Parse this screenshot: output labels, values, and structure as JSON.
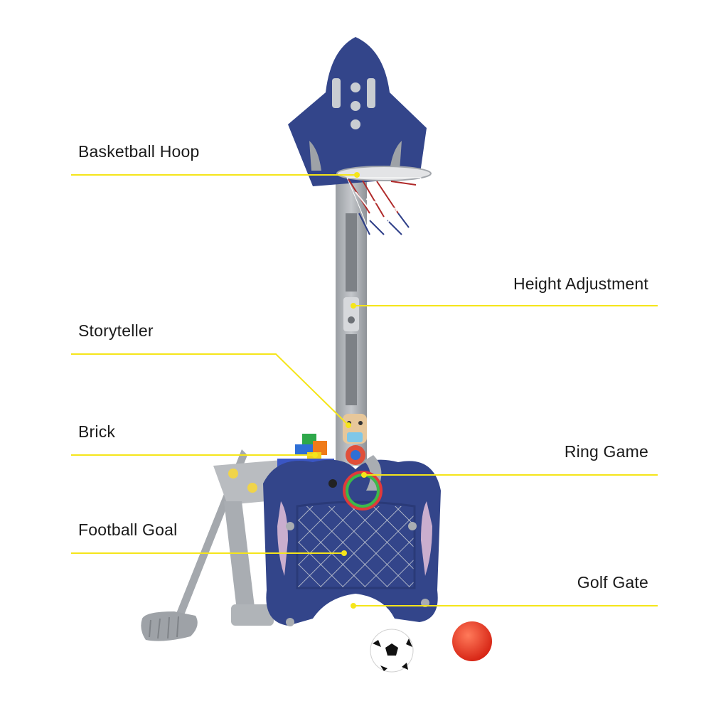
{
  "callouts": [
    {
      "label": "Basketball Hoop"
    },
    {
      "label": "Height Adjustment"
    },
    {
      "label": "Storyteller"
    },
    {
      "label": "Brick"
    },
    {
      "label": "Ring Game"
    },
    {
      "label": "Football Goal"
    },
    {
      "label": "Golf Gate"
    }
  ],
  "colors": {
    "leader_line": "#f5e51a",
    "navy_plastic": "#33458a",
    "gray_plastic": "#a8acb1",
    "soccer_ball": "#ffffff",
    "red_ball": "#e8321f"
  }
}
